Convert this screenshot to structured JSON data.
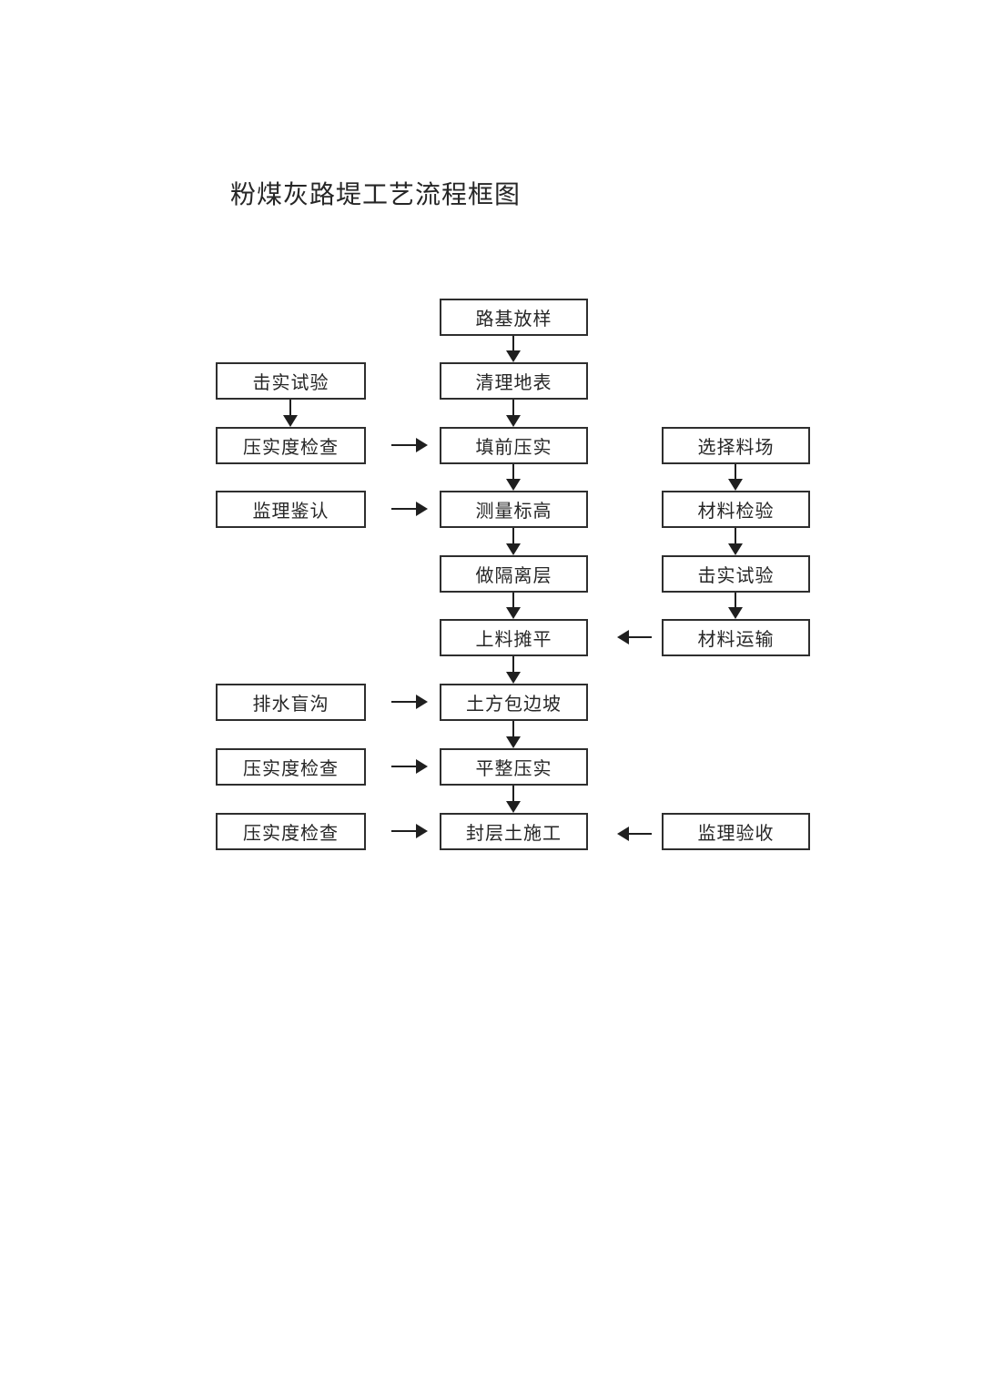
{
  "page": {
    "title": "粉煤灰路堤工艺流程框图"
  },
  "colors": {
    "background": "#ffffff",
    "box_border": "#2e2e2e",
    "line": "#1f1f1f",
    "text": "#262626"
  },
  "flowchart": {
    "main_flow": [
      {
        "label": "路基放样"
      },
      {
        "label": "清理地表"
      },
      {
        "label": "填前压实"
      },
      {
        "label": "测量标高"
      },
      {
        "label": "做隔离层"
      },
      {
        "label": "上料摊平"
      },
      {
        "label": "土方包边坡"
      },
      {
        "label": "平整压实"
      },
      {
        "label": "封层土施工"
      }
    ],
    "left_column": [
      {
        "label": "击实试验"
      },
      {
        "label": "压实度检查"
      },
      {
        "label": "监理鉴认"
      },
      {
        "label": "排水盲沟"
      },
      {
        "label": "压实度检查"
      },
      {
        "label": "压实度检查"
      }
    ],
    "right_column": [
      {
        "label": "选择料场"
      },
      {
        "label": "材料检验"
      },
      {
        "label": "击实试验"
      },
      {
        "label": "材料运输"
      },
      {
        "label": "监理验收"
      }
    ]
  }
}
